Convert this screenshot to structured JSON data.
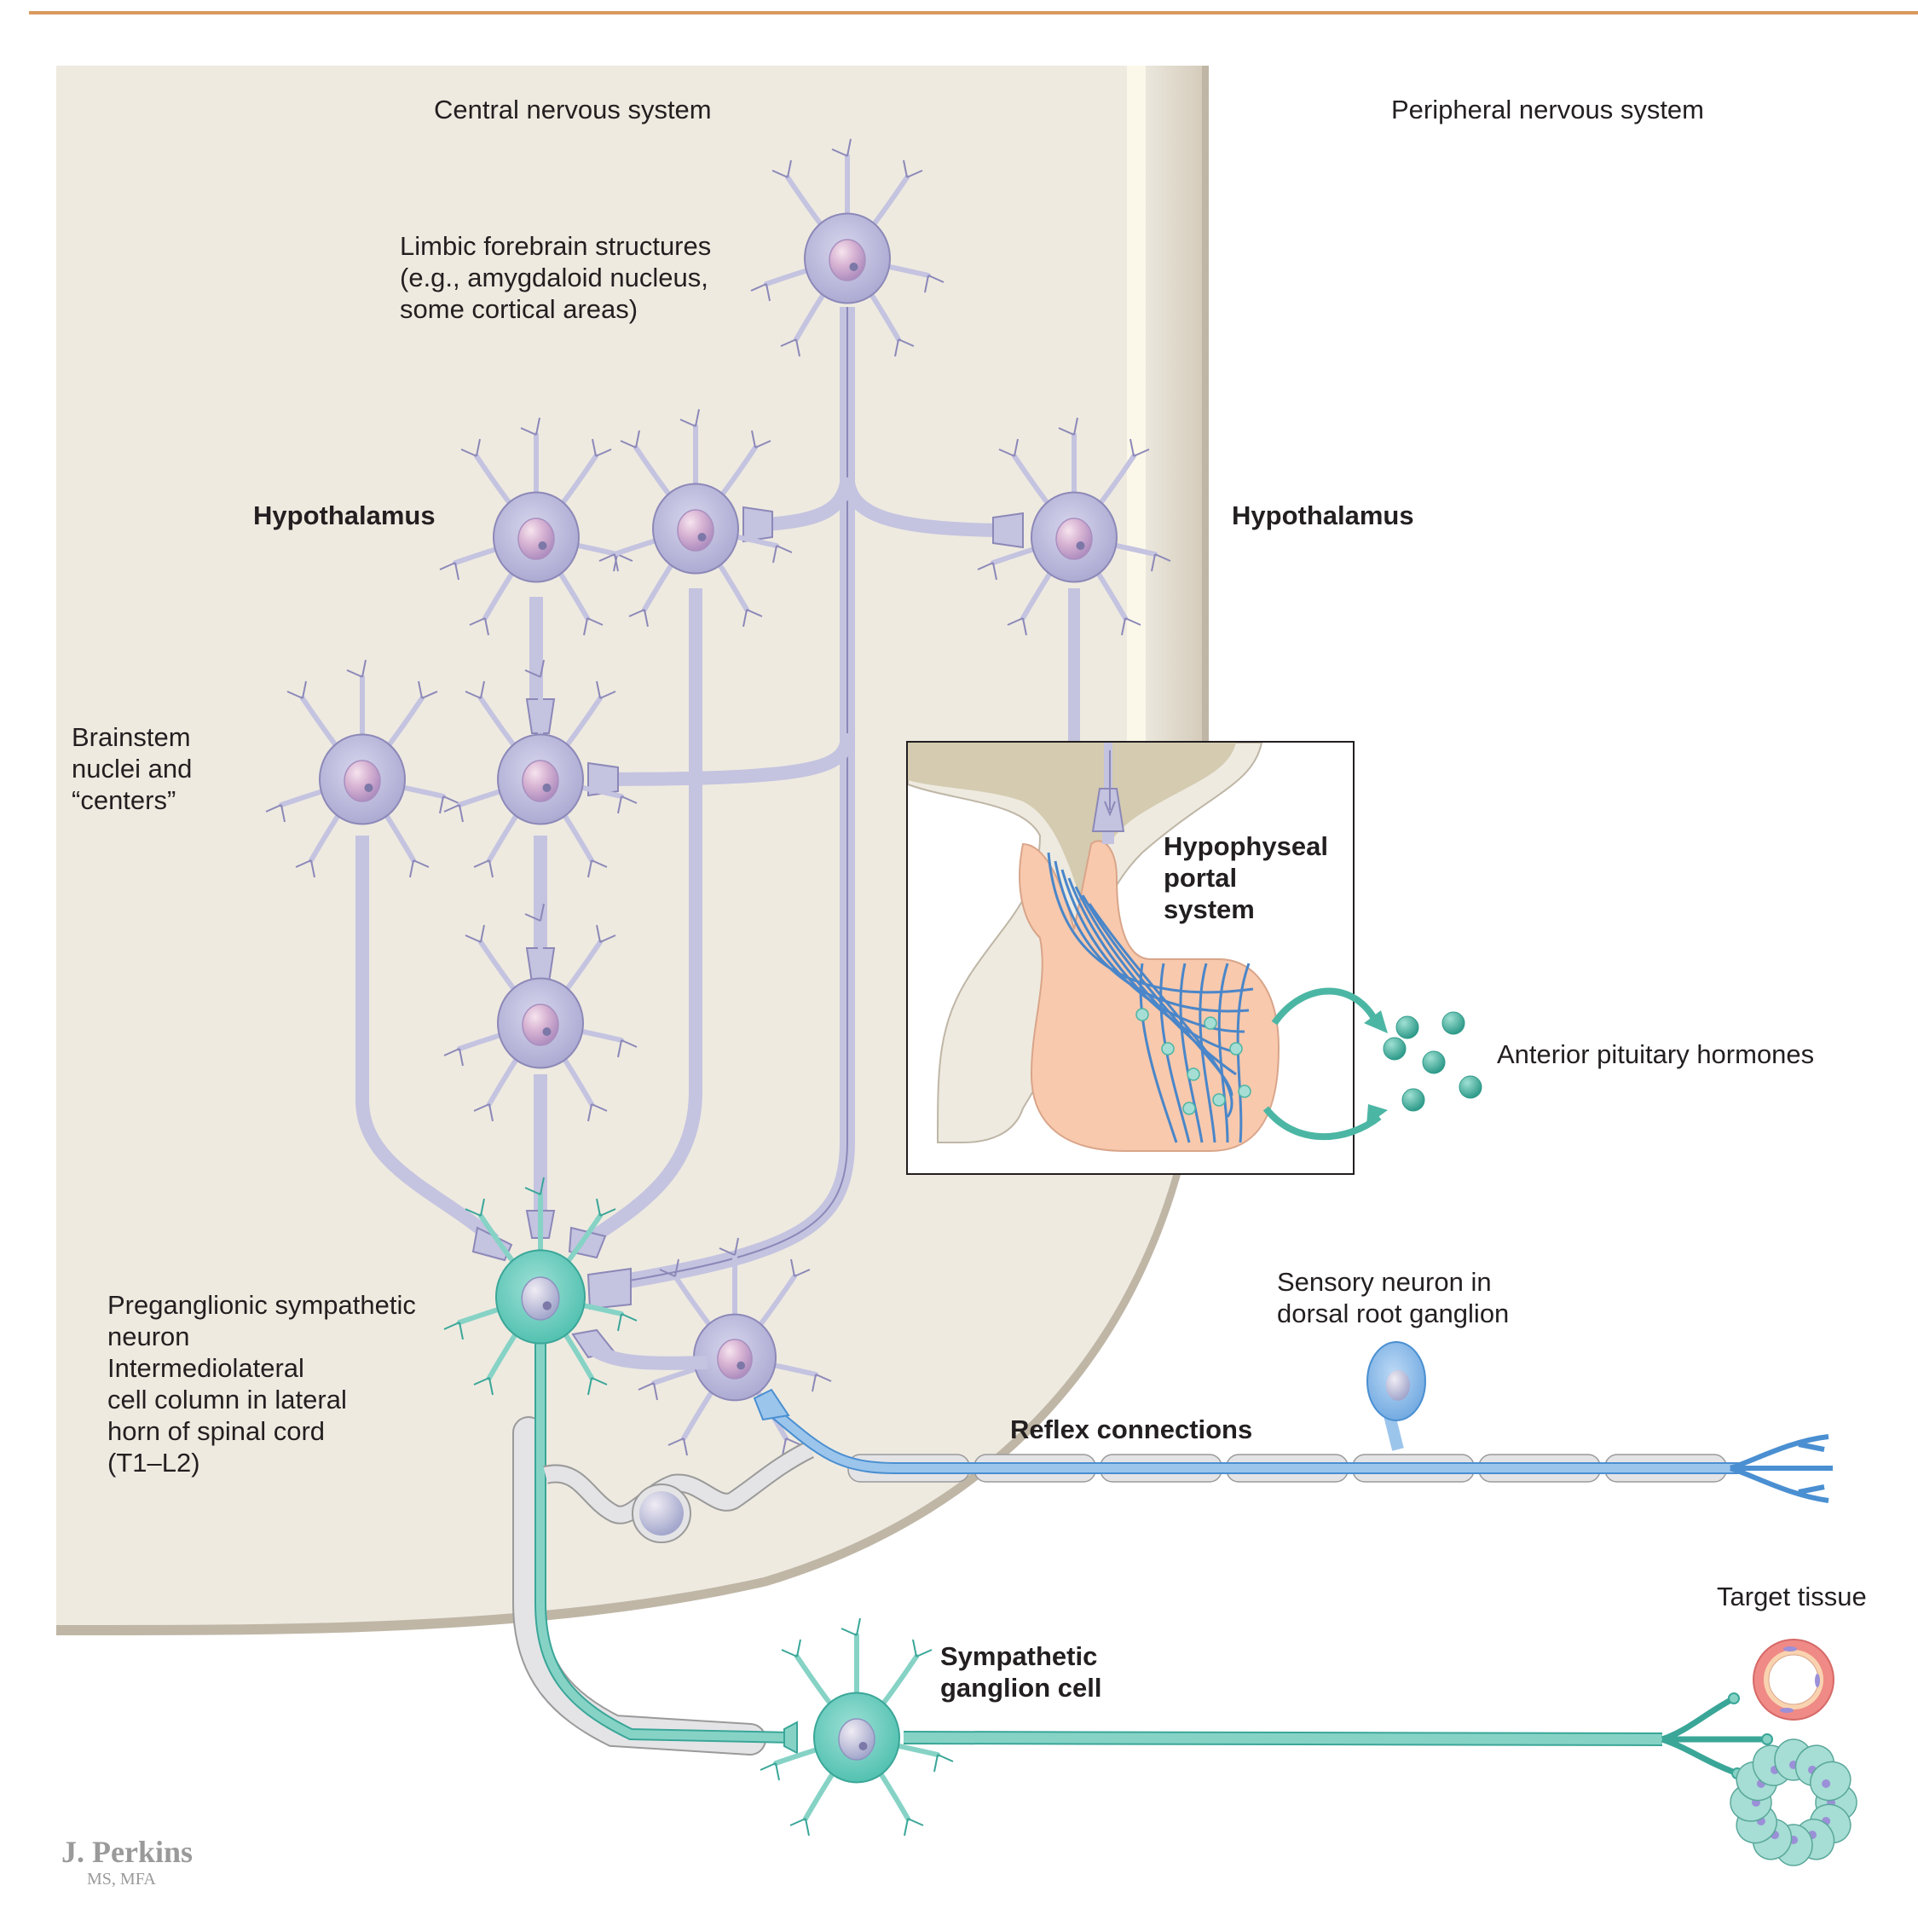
{
  "figure": {
    "regions": {
      "central": "Central nervous system",
      "peripheral": "Peripheral nervous system"
    },
    "labels": {
      "limbic": {
        "title": "Limbic forebrain structures",
        "lines": [
          "(e.g., amygdaloid nucleus,",
          "some cortical areas)"
        ]
      },
      "hypothalamus_left": "Hypothalamus",
      "hypothalamus_right": "Hypothalamus",
      "brainstem": {
        "title": "Brainstem",
        "lines": [
          "nuclei and",
          "“centers”"
        ]
      },
      "preganglionic": {
        "title_lines": [
          "Preganglionic sympathetic",
          "neuron"
        ],
        "lines": [
          "Intermediolateral",
          "cell column in lateral",
          "horn of spinal cord",
          "(T1–L2)"
        ]
      },
      "hypophyseal": [
        "Hypophyseal",
        "portal",
        "system"
      ],
      "anterior_pituitary": "Anterior pituitary hormones",
      "sensory": [
        "Sensory neuron in",
        "dorsal root ganglion"
      ],
      "reflex": "Reflex connections",
      "ganglion": [
        "Sympathetic",
        "ganglion cell"
      ],
      "target": "Target tissue"
    },
    "signature": {
      "name": "J. Perkins",
      "credentials": "MS, MFA"
    },
    "colors": {
      "rule": "#d99a5e",
      "cns_fill": "#eeeae0",
      "cns_edge": "#bfb6a6",
      "cns_highlight": "#fbf8ea",
      "cns_neuron": "#c4c3e0",
      "cns_neuron_stroke": "#8c88b8",
      "nucleus": "#d9bad6",
      "preganglionic": "#86d3c6",
      "preganglionic_stroke": "#3aa698",
      "sensory": "#9cc5ec",
      "sensory_stroke": "#4a8fd1",
      "myelin": "#e4e4e6",
      "myelin_stroke": "#9a9a9a",
      "pituitary": "#f8c9ad",
      "pituitary_stroke": "#d9a58a",
      "capillary": "#4a86c9",
      "hormone": "#4cb6a4",
      "vessel_outer": "#ef8a86",
      "vessel_inner": "#f9d3b0",
      "gland_cell": "#a6ddd4",
      "gland_nucleus": "#9b8fd8",
      "inset_border": "#231f20"
    }
  }
}
